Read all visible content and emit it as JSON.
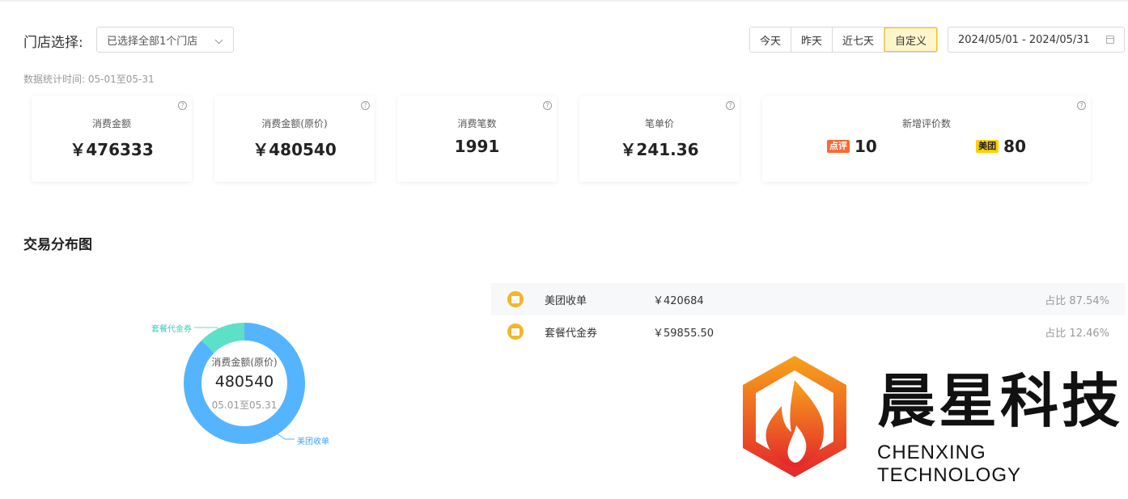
{
  "filter": {
    "store_label": "门店选择:",
    "store_value": "已选择全部1个门店",
    "stat_time": "数据统计时间: 05-01至05-31"
  },
  "range": {
    "buttons": [
      "今天",
      "昨天",
      "近七天",
      "自定义"
    ],
    "active": "自定义",
    "date_range": "2024/05/01 - 2024/05/31"
  },
  "cards": [
    {
      "title": "消费金额",
      "value": "￥476333"
    },
    {
      "title": "消费金额(原价)",
      "value": "￥480540"
    },
    {
      "title": "消费笔数",
      "value": "1991"
    },
    {
      "title": "笔单价",
      "value": "￥241.36"
    }
  ],
  "reviews": {
    "title": "新增评价数",
    "dianping_badge": "点评",
    "dianping_count": "10",
    "meituan_badge": "美团",
    "meituan_count": "80"
  },
  "section_title": "交易分布图",
  "donut": {
    "center_label": "消费金额(原价)",
    "center_value": "480540",
    "center_date": "05.01至05.31"
  },
  "chart_data": {
    "type": "pie",
    "categories": [
      "美团收单",
      "套餐代金券"
    ],
    "values": [
      420684,
      59855.5
    ],
    "percent": [
      87.54,
      12.46
    ],
    "colors": [
      "#55b4ff",
      "#5ce0c8"
    ]
  },
  "legend": [
    {
      "name": "美团收单",
      "amount": "￥420684",
      "pct": "占比 87.54%"
    },
    {
      "name": "套餐代金券",
      "amount": "￥59855.50",
      "pct": "占比 12.46%"
    }
  ],
  "logo": {
    "cn": "晨星科技",
    "en": "CHENXING TECHNOLOGY"
  }
}
